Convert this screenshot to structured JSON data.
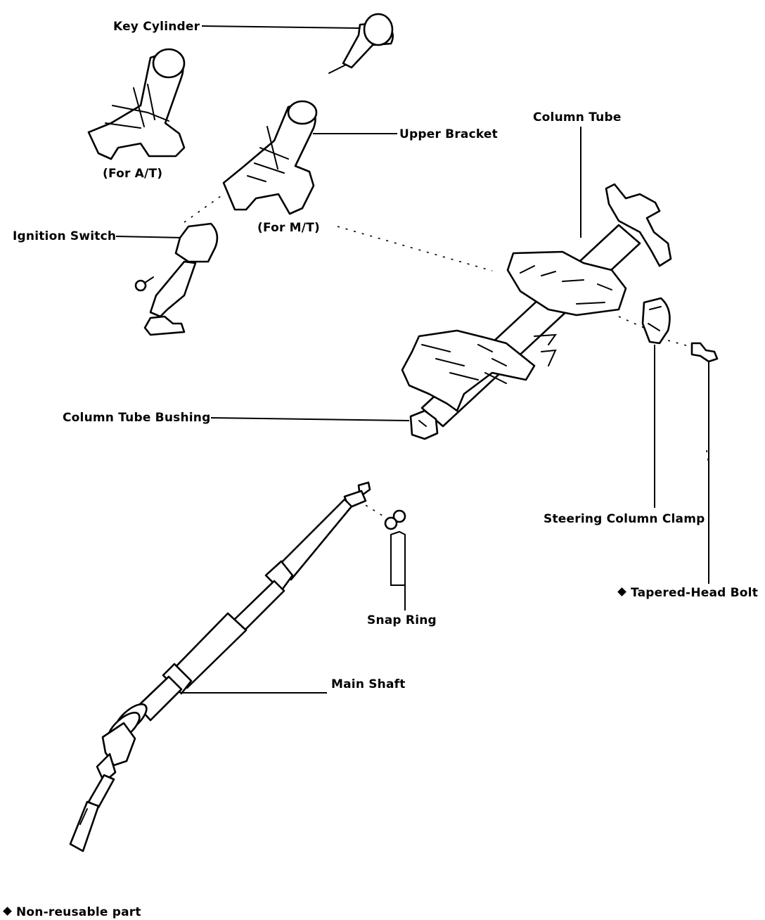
{
  "labels": {
    "key_cylinder": "Key Cylinder",
    "upper_bracket": "Upper Bracket",
    "for_at": "(For A/T)",
    "for_mt": "(For M/T)",
    "column_tube": "Column Tube",
    "ignition_switch": "Ignition Switch",
    "column_tube_bushing": "Column Tube Bushing",
    "steering_column_clamp": "Steering Column Clamp",
    "tapered_head_bolt": "Tapered-Head Bolt",
    "snap_ring": "Snap Ring",
    "main_shaft": "Main Shaft"
  },
  "legend": {
    "symbol": "diamond-icon",
    "text": "Non-reusable part"
  }
}
